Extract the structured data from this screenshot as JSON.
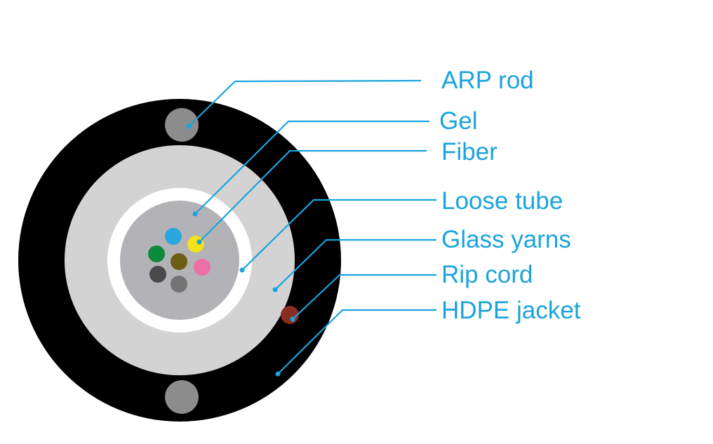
{
  "colors": {
    "leader_line": "#1aa3dc",
    "label_text": "#1aa3dc",
    "jacket": "#000000",
    "glass_yarns": "#d3d3d3",
    "gel_ring": "#ffffff",
    "loose_tube": "#b3b2b7",
    "arp_rod": "#8c8c8c",
    "rip_cord": "#8a2c22"
  },
  "fibers": [
    {
      "color_name": "blue",
      "color": "#2aa6df"
    },
    {
      "color_name": "yellow",
      "color": "#f3e11a"
    },
    {
      "color_name": "green",
      "color": "#0e8a3c"
    },
    {
      "color_name": "olive",
      "color": "#6b5e12"
    },
    {
      "color_name": "pink",
      "color": "#ec6fa6"
    },
    {
      "color_name": "dark-gray",
      "color": "#4a4a4a"
    },
    {
      "color_name": "gray",
      "color": "#737373"
    }
  ],
  "labels": [
    {
      "id": "arp-rod",
      "text": "ARP rod"
    },
    {
      "id": "gel",
      "text": "Gel"
    },
    {
      "id": "fiber",
      "text": "Fiber"
    },
    {
      "id": "loose-tube",
      "text": "Loose tube"
    },
    {
      "id": "glass-yarns",
      "text": "Glass yarns"
    },
    {
      "id": "rip-cord",
      "text": "Rip cord"
    },
    {
      "id": "hdpe-jacket",
      "text": "HDPE jacket"
    }
  ]
}
